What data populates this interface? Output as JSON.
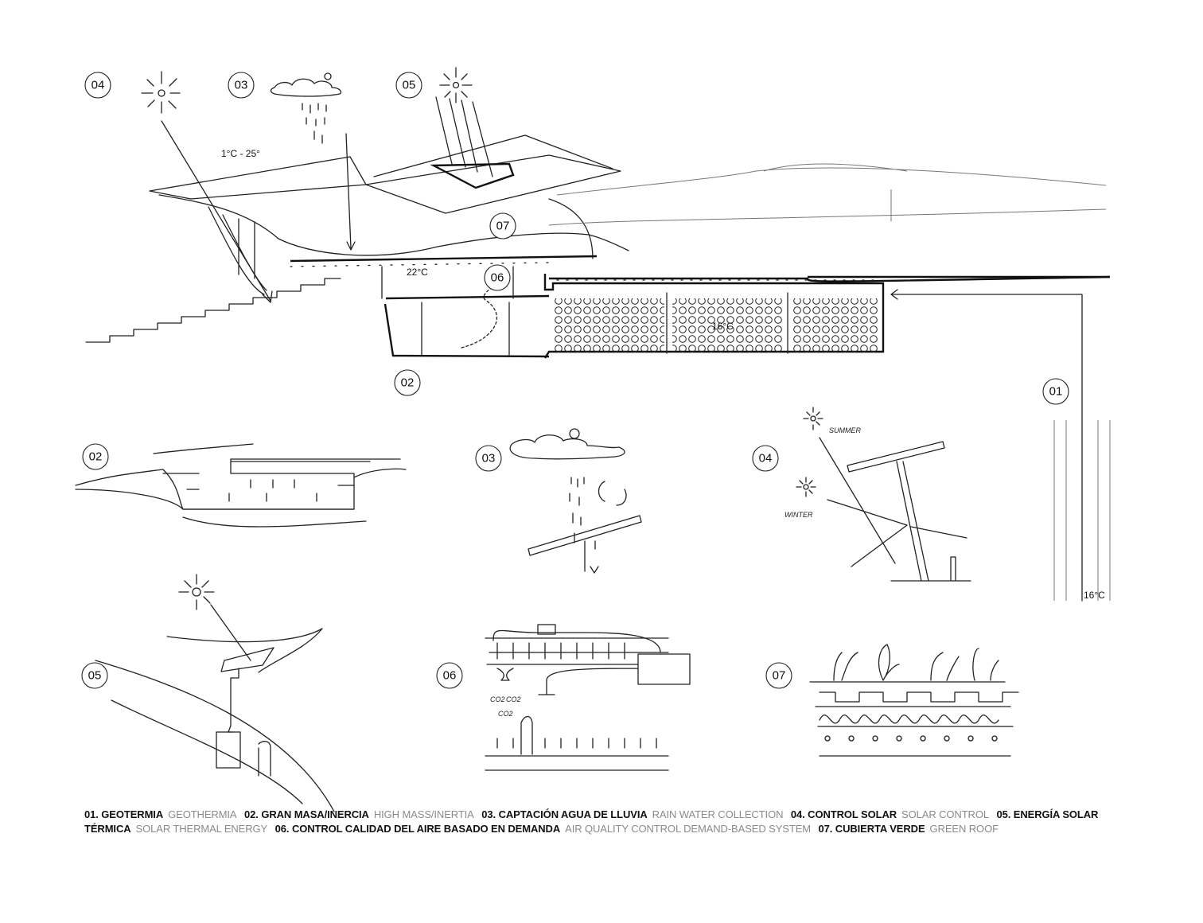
{
  "main_section": {
    "labels": [
      "04",
      "03",
      "05",
      "07",
      "06",
      "02",
      "01"
    ],
    "temperatures": {
      "outdoor_range": "1°C - 25°",
      "interior": "22°C",
      "storage": "16°C",
      "ground": "16°C"
    }
  },
  "details": {
    "labels": [
      "02",
      "03",
      "04",
      "05",
      "06",
      "07"
    ],
    "summer": "SUMMER",
    "winter": "WINTER",
    "co2": "CO2"
  },
  "caption": {
    "items": [
      {
        "es": "01. GEOTERMIA",
        "en": "GEOTHERMIA"
      },
      {
        "es": "02. GRAN MASA/INERCIA",
        "en": "HIGH MASS/INERTIA"
      },
      {
        "es": "03. CAPTACIÓN AGUA DE LLUVIA",
        "en": "RAIN WATER COLLECTION"
      },
      {
        "es": "04. CONTROL SOLAR",
        "en": "SOLAR CONTROL"
      },
      {
        "es": "05. ENERGÍA SOLAR TÉRMICA",
        "en": "SOLAR THERMAL ENERGY"
      },
      {
        "es": "06. CONTROL CALIDAD DEL AIRE BASADO EN DEMANDA",
        "en": "AIR QUALITY CONTROL DEMAND-BASED SYSTEM"
      },
      {
        "es": "07. CUBIERTA VERDE",
        "en": "GREEN ROOF"
      }
    ]
  },
  "colors": {
    "ink": "#111111",
    "caption_secondary": "#8a8a8a"
  }
}
